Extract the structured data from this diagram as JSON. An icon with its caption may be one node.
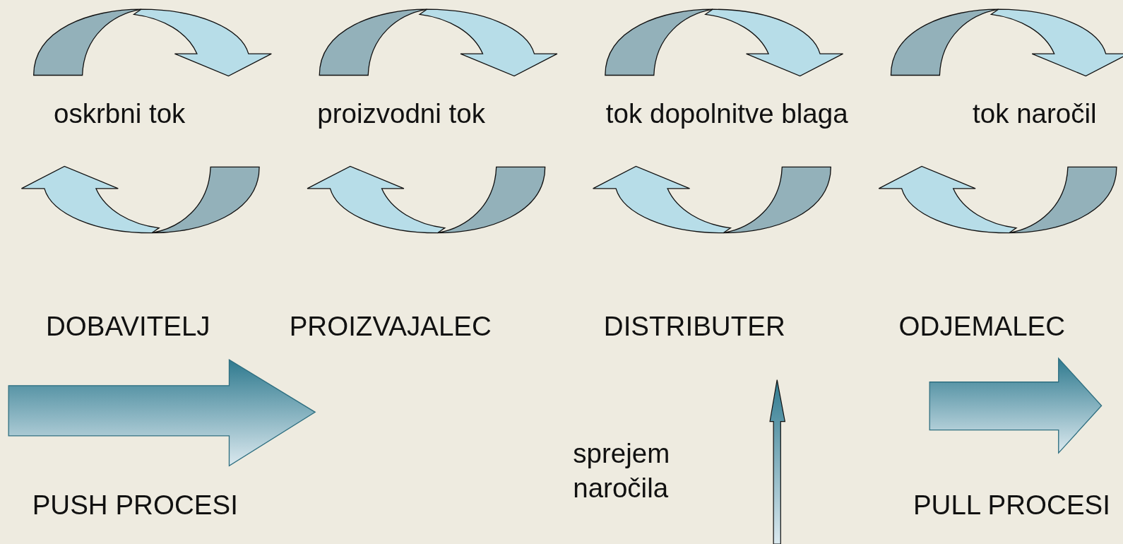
{
  "diagram": {
    "labels": [
      "oskrbni tok",
      "proizvodni tok",
      "tok dopolnitve blaga",
      "tok naročil",
      "DOBAVITELJ",
      "PROIZVAJALEC",
      "DISTRIBUTER",
      "ODJEMALEC",
      "sprejem naročila",
      "PUSH PROCESI",
      "PULL PROCESI"
    ]
  }
}
